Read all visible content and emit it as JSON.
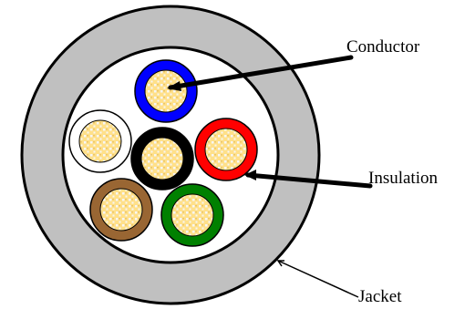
{
  "labels": {
    "conductor": "Conductor",
    "insulation": "Insulation",
    "jacket": "Jacket"
  },
  "colors": {
    "jacket": "#c0c0c0",
    "conductor_fill": "#ffe08a",
    "conductor_pattern": "#f6f6f6",
    "outline": "#000000"
  },
  "wires": [
    {
      "name": "blue",
      "color": "#0000ff"
    },
    {
      "name": "white",
      "color": "#ffffff"
    },
    {
      "name": "red",
      "color": "#ff0000"
    },
    {
      "name": "black",
      "color": "#000000"
    },
    {
      "name": "brown",
      "color": "#996633"
    },
    {
      "name": "green",
      "color": "#008000"
    }
  ]
}
